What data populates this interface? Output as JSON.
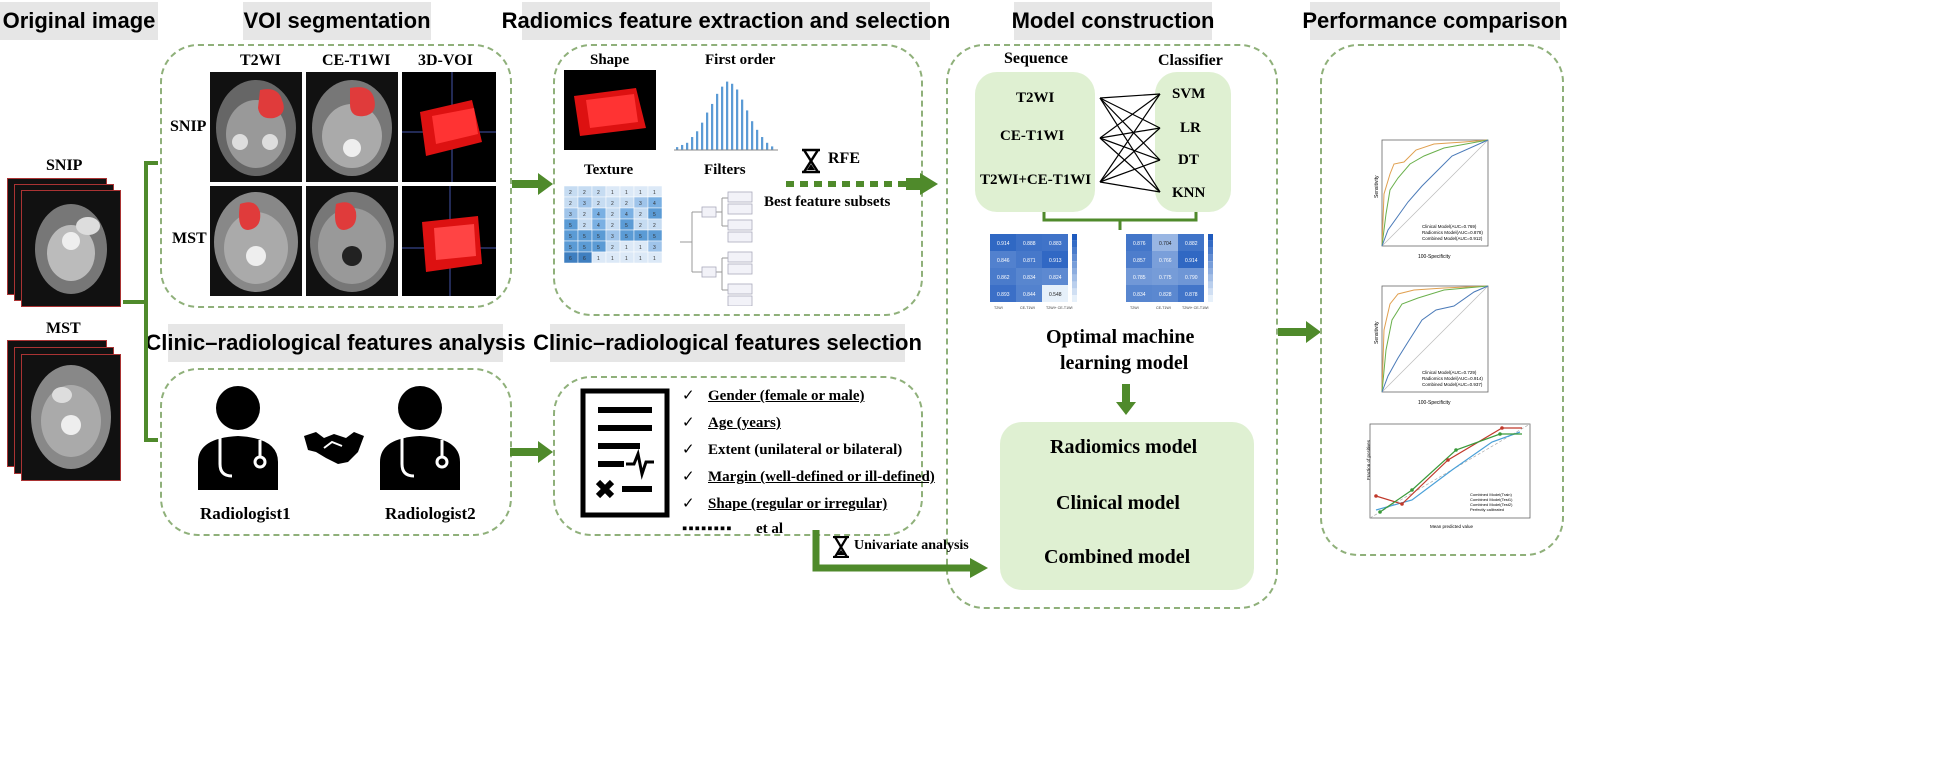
{
  "headers": {
    "original": "Original image",
    "voi": "VOI segmentation",
    "radiomics": "Radiomics feature extraction and selection",
    "model": "Model construction",
    "performance": "Performance  comparison",
    "clinic_analysis": "Clinic–radiological features analysis",
    "clinic_selection": "Clinic–radiological features selection"
  },
  "original": {
    "snip": "SNIP",
    "mst": "MST"
  },
  "voi": {
    "col1": "T2WI",
    "col2": "CE-T1WI",
    "col3": "3D-VOI",
    "row1": "SNIP",
    "row2": "MST"
  },
  "radiomics": {
    "shape": "Shape",
    "first_order": "First order",
    "texture": "Texture",
    "filters": "Filters",
    "rfe": "RFE",
    "best": "Best feature subsets",
    "first_order_bars": [
      4,
      7,
      10,
      18,
      26,
      38,
      52,
      64,
      78,
      88,
      95,
      92,
      84,
      70,
      55,
      40,
      28,
      18,
      10,
      5
    ],
    "texture_matrix": [
      [
        "2",
        "2",
        "2",
        "1",
        "1",
        "1",
        "1"
      ],
      [
        "2",
        "3",
        "2",
        "2",
        "2",
        "3",
        "4"
      ],
      [
        "3",
        "2",
        "4",
        "2",
        "4",
        "2",
        "5"
      ],
      [
        "5",
        "2",
        "4",
        "2",
        "5",
        "2",
        "2"
      ],
      [
        "5",
        "5",
        "5",
        "3",
        "5",
        "5",
        "5"
      ],
      [
        "5",
        "5",
        "5",
        "2",
        "1",
        "1",
        "3"
      ],
      [
        "6",
        "6",
        "1",
        "1",
        "1",
        "1",
        "1"
      ]
    ]
  },
  "model": {
    "sequence": "Sequence",
    "classifier": "Classifier",
    "seq_items": [
      "T2WI",
      "CE-T1WI",
      "T2WI+CE-T1WI"
    ],
    "clf_items": [
      "SVM",
      "LR",
      "DT",
      "KNN"
    ],
    "optimal1": "Optimal machine",
    "optimal2": "learning model",
    "models": [
      "Radiomics model",
      "Clinical model",
      "Combined model"
    ],
    "heatmap1": [
      [
        "0.914",
        "0.888",
        "0.883"
      ],
      [
        "0.846",
        "0.871",
        "0.913"
      ],
      [
        "0.862",
        "0.834",
        "0.824"
      ],
      [
        "0.893",
        "0.844",
        "0.548"
      ]
    ],
    "heatmap2": [
      [
        "0.876",
        "0.704",
        "0.882"
      ],
      [
        "0.857",
        "0.766",
        "0.914"
      ],
      [
        "0.785",
        "0.775",
        "0.790"
      ],
      [
        "0.834",
        "0.828",
        "0.878"
      ]
    ],
    "heatmap_x": [
      "T2WI",
      "CE-T1WI",
      "T2WI+\nCE-T1WI"
    ]
  },
  "performance": {
    "roc1_legend": [
      "Clinical Model(AUC=0.769)",
      "Radiomics Model(AUC=0.878)",
      "Combined Model(AUC=0.912)"
    ],
    "roc2_legend": [
      "Clinical Model(AUC=0.729)",
      "Radiomics Model(AUC=0.914)",
      "Combined Model(AUC=0.937)"
    ],
    "roc_xlabel": "100-Specificity",
    "roc_ylabel": "Sensitivity",
    "calib_legend": [
      "Combined Model(Train)",
      "Combined Model(Test1)",
      "Combined Model(Test2)",
      "Perfectly calibrated"
    ],
    "calib_xlabel": "Mean predicted value",
    "calib_ylabel": "Fraction of positives"
  },
  "clinic": {
    "r1": "Radiologist1",
    "r2": "Radiologist2",
    "features": [
      "Gender (female or male)",
      "Age  (years)",
      "Extent (unilateral or bilateral)",
      "Margin (well-defined or ill-defined)",
      "Shape (regular or irregular)"
    ],
    "etal": "et al",
    "univariate": "Univariate analysis"
  },
  "colors": {
    "arrow": "#4f8a2b",
    "panel_border": "#8fb07a",
    "green_fill": "#dff0d2",
    "header_bg": "#e6e6e6"
  }
}
